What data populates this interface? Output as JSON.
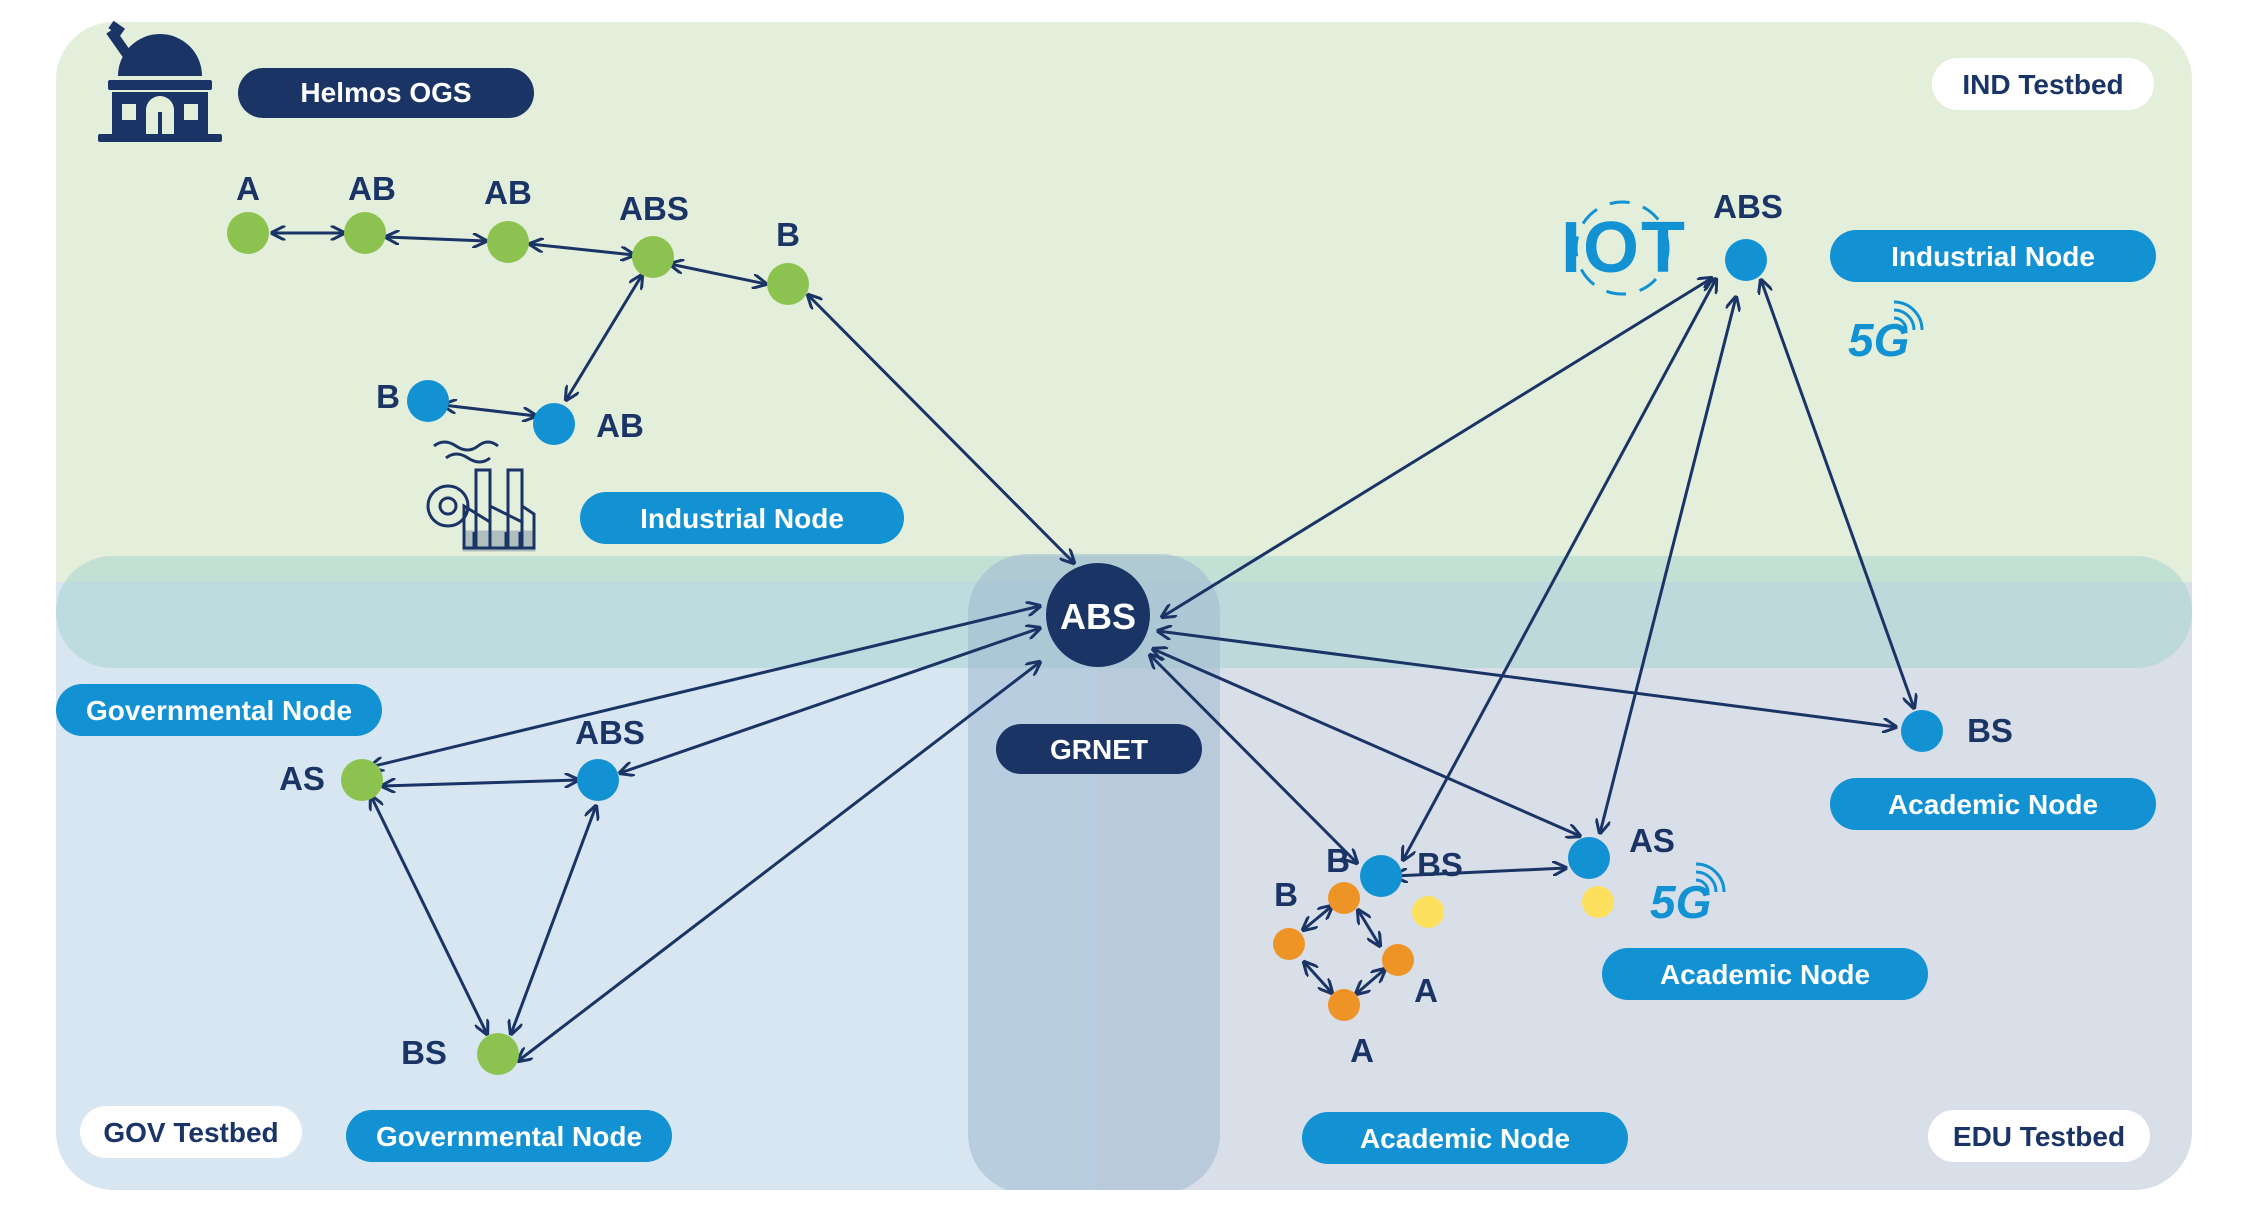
{
  "colors": {
    "ind_bg": "#e4efdb",
    "gov_bg": "#d7e6f1",
    "edu_bg": "#d9dfe8",
    "band": "#a7d3cf",
    "core_column": "#9fb8cf",
    "navy": "#1b3466",
    "cyan": "#1291d3",
    "green": "#8cc350",
    "orange": "#ee9427",
    "yellow": "#fce05e",
    "white": "#ffffff"
  },
  "testbeds": {
    "ind": "IND Testbed",
    "gov": "GOV Testbed",
    "edu": "EDU Testbed"
  },
  "core": {
    "node": "ABS",
    "label": "GRNET"
  },
  "ogs_label": "Helmos OGS",
  "icons": [
    "observatory-icon",
    "factory-icon",
    "iot-icon",
    "5g-icon"
  ],
  "iot_text": "IOT",
  "fiveg_text": "5G",
  "pills": {
    "ind_left": "Industrial Node",
    "ind_right": "Industrial Node",
    "gov_top": "Governmental Node",
    "gov_bottom": "Governmental Node",
    "edu_right": "Academic Node",
    "edu_mid": "Academic Node",
    "edu_bottom": "Academic Node"
  },
  "node_labels": {
    "ind_a": "A",
    "ind_ab1": "AB",
    "ind_ab2": "AB",
    "ind_abs": "ABS",
    "ind_b": "B",
    "ind_b2": "B",
    "ind_ab3": "AB",
    "ind_r_abs": "ABS",
    "gov_as": "AS",
    "gov_abs": "ABS",
    "gov_bs": "BS",
    "edu_bs": "BS",
    "edu_b": "B",
    "edu_bs2": "BS",
    "edu_as": "AS",
    "edu_b_orange": "B",
    "edu_a_right": "A",
    "edu_a_bottom": "A"
  }
}
